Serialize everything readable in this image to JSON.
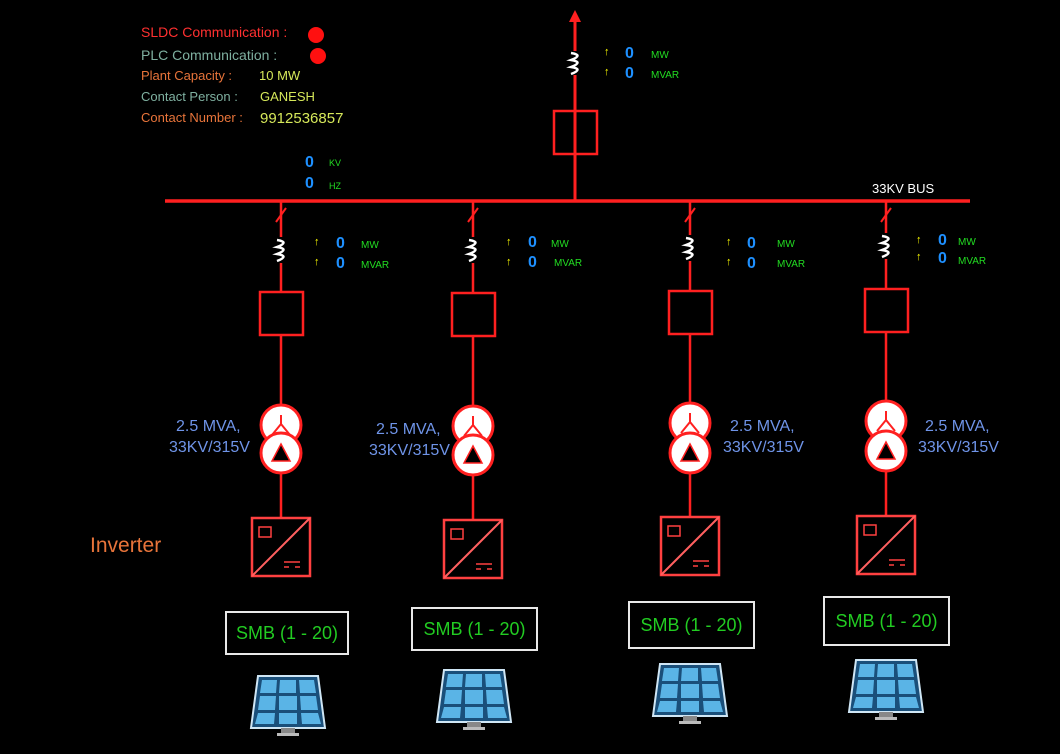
{
  "info": {
    "sldc_label": "SLDC Communication :",
    "plc_label": "PLC Communication :",
    "capacity_label": "Plant Capacity :",
    "capacity_value": "10 MW",
    "contact_label": "Contact Person :",
    "contact_value": "GANESH",
    "number_label": "Contact Number :",
    "number_value": "9912536857"
  },
  "status_colors": {
    "sldc": "#ff1010",
    "plc": "#ff1010"
  },
  "main_feeder": {
    "mw": "0",
    "mw_unit": "MW",
    "mvar": "0",
    "mvar_unit": "MVAR"
  },
  "bus": {
    "kv": "0",
    "kv_unit": "KV",
    "hz": "0",
    "hz_unit": "HZ",
    "label": "33KV BUS"
  },
  "feeders": [
    {
      "mw": "0",
      "mw_unit": "MW",
      "mvar": "0",
      "mvar_unit": "MVAR",
      "tx_rating": "2.5 MVA,",
      "tx_voltage": "33KV/315V",
      "smb": "SMB (1 - 20)"
    },
    {
      "mw": "0",
      "mw_unit": "MW",
      "mvar": "0",
      "mvar_unit": "MVAR",
      "tx_rating": "2.5 MVA,",
      "tx_voltage": "33KV/315V",
      "smb": "SMB (1 - 20)"
    },
    {
      "mw": "0",
      "mw_unit": "MW",
      "mvar": "0",
      "mvar_unit": "MVAR",
      "tx_rating": "2.5 MVA,",
      "tx_voltage": "33KV/315V",
      "smb": "SMB (1 - 20)"
    },
    {
      "mw": "0",
      "mw_unit": "MW",
      "mvar": "0",
      "mvar_unit": "MVAR",
      "tx_rating": "2.5 MVA,",
      "tx_voltage": "33KV/315V",
      "smb": "SMB (1 - 20)"
    }
  ],
  "inverter_label": "Inverter",
  "icons": {
    "arrow": "up-arrow",
    "ct": "current-transformer-icon",
    "breaker": "breaker-icon",
    "transformer": "transformer-icon",
    "inverter": "inverter-icon",
    "panel": "solar-panel-icon"
  }
}
